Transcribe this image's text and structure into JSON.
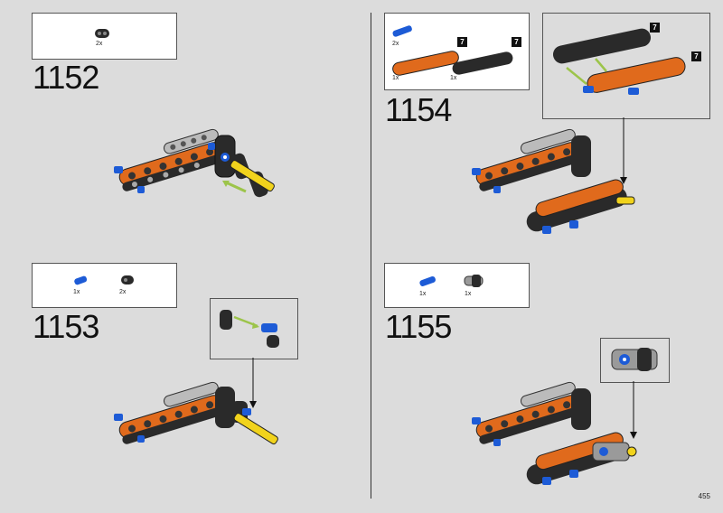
{
  "steps": [
    {
      "number": "1152",
      "parts": [
        {
          "qty": "2x",
          "icon": "black-link-part"
        }
      ]
    },
    {
      "number": "1153",
      "parts": [
        {
          "qty": "1x",
          "icon": "blue-pin-part"
        },
        {
          "qty": "2x",
          "icon": "black-link-part"
        }
      ]
    },
    {
      "number": "1154",
      "parts": [
        {
          "qty": "2x",
          "icon": "blue-pin-part"
        },
        {
          "qty": "1x",
          "icon": "orange-beam-7-part",
          "badge": "7"
        },
        {
          "qty": "1x",
          "icon": "black-beam-7-part",
          "badge": "7"
        }
      ],
      "callout_badges": [
        "7",
        "7"
      ]
    },
    {
      "number": "1155",
      "parts": [
        {
          "qty": "1x",
          "icon": "blue-pin-part"
        },
        {
          "qty": "1x",
          "icon": "gray-connector-part"
        }
      ]
    }
  ],
  "page_number": "455",
  "colors": {
    "orange": "#e06a1c",
    "black": "#2a2a2a",
    "blue": "#1d5bd6",
    "gray": "#9a9a9a",
    "yellow": "#f1d31c",
    "green": "#9cc44a",
    "background": "#dcdcdc"
  }
}
